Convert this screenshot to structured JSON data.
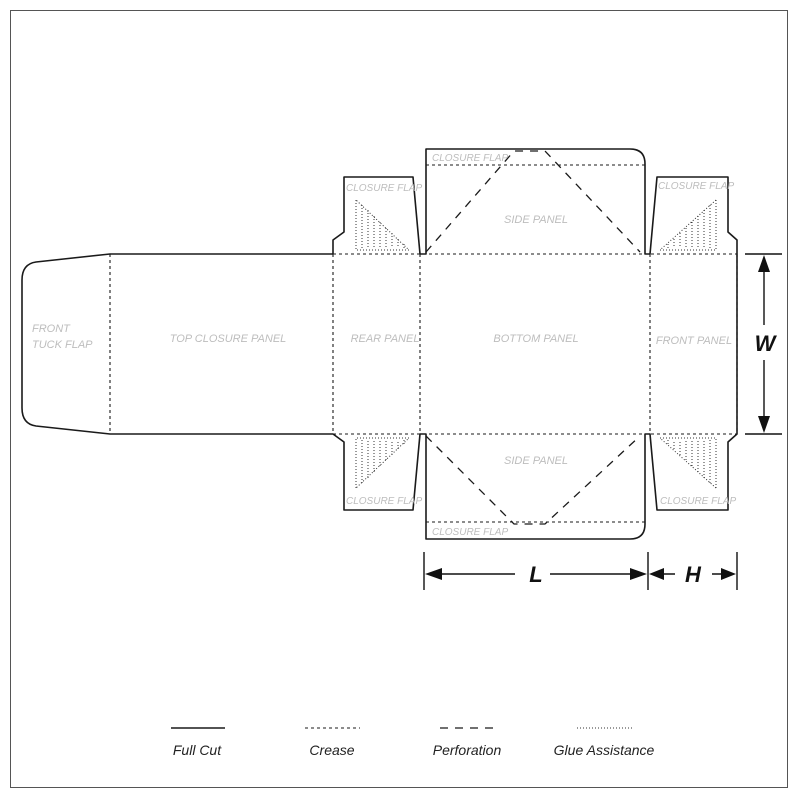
{
  "panels": {
    "front_tuck_flap": [
      "FRONT",
      "TUCK FLAP"
    ],
    "top_closure_panel": "TOP CLOSURE PANEL",
    "rear_panel": "REAR PANEL",
    "bottom_panel": "BOTTOM PANEL",
    "front_panel": "FRONT PANEL",
    "side_panel_top": "SIDE PANEL",
    "side_panel_bottom": "SIDE PANEL",
    "closure_flap_top": "CLOSURE FLAP",
    "closure_flap_bottom": "CLOSURE FLAP",
    "closure_flap_left_top": "CLOSURE FLAP",
    "closure_flap_right_top": "CLOSURE FLAP",
    "closure_flap_left_bottom": "CLOSURE FLAP",
    "closure_flap_right_bottom": "CLOSURE FLAP"
  },
  "dimensions": {
    "width": "W",
    "length": "L",
    "height": "H"
  },
  "legend": {
    "full_cut": "Full Cut",
    "crease": "Crease",
    "perforation": "Perforation",
    "glue_assistance": "Glue Assistance"
  }
}
